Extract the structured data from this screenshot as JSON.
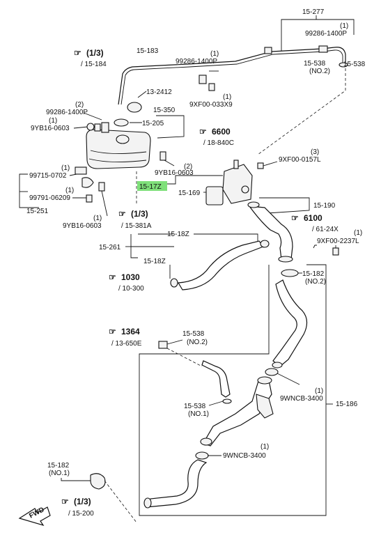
{
  "highlight_color": "#7fe07a",
  "labels": {
    "l15_277": "15-277",
    "l99286_1400p_a": "99286-1400P",
    "l99286_1400p_a_qty": "(1)",
    "l15_538_top": "15-538",
    "l15_538_top_note": "(NO.2)",
    "l15_183": "15-183",
    "l99286_1400p_b": "99286-1400P",
    "l99286_1400p_b_qty": "(1)",
    "l13_2412": "13-2412",
    "l9xf00_033x9": "9XF00-033X9",
    "l9xf00_033x9_qty": "(1)",
    "l15_350": "15-350",
    "l15_205": "15-205",
    "l99286_1400p_c": "99286-1400P",
    "l99286_1400p_c_qty": "(2)",
    "l9yb16_0603_a": "9YB16-0603",
    "l9yb16_0603_a_qty": "(1)",
    "l9yb16_0603_b": "9YB16-0603",
    "l9yb16_0603_b_qty": "(2)",
    "l9xf00_0157l": "9XF00-0157L",
    "l9xf00_0157l_qty": "(3)",
    "l99715_0702": "99715-0702",
    "l99715_0702_qty": "(1)",
    "l99791_06209": "99791-06209",
    "l99791_06209_qty": "(1)",
    "l15_251": "15-251",
    "l15_17z_hl": "15-17Z",
    "l15_169": "15-169",
    "l9yb16_0603_c": "9YB16-0603",
    "l9yb16_0603_c_qty": "(1)",
    "l15_190": "15-190",
    "l9xf00_2237l": "9XF00-2237L",
    "l9xf00_2237l_qty": "(1)",
    "l15_18z_a": "15-18Z",
    "l15_261": "15-261",
    "l15_18z_b": "15-18Z",
    "l15_182_top": "15-182",
    "l15_182_top_note": "(NO.2)",
    "l15_538_mid": "15-538",
    "l15_538_mid_note": "(NO.2)",
    "l9wncb_3400_a": "9WNCB-3400",
    "l9wncb_3400_a_qty": "(1)",
    "l15_186": "15-186",
    "l15_538_low": "15-538",
    "l15_538_low_note": "(NO.1)",
    "l9wncb_3400_b": "9WNCB-3400",
    "l9wncb_3400_b_qty": "(1)",
    "l15_182_low": "15-182",
    "l15_182_low_note": "(NO.1)",
    "fwd": "FWD"
  },
  "refs": {
    "r15_184_num": "(1/3)",
    "r15_184_sub": "/ 15-184",
    "r6600_num": "6600",
    "r6600_sub": "/ 18-840C",
    "r15_381a_num": "(1/3)",
    "r15_381a_sub": "/ 15-381A",
    "r6100_num": "6100",
    "r6100_sub": "/ 61-24X",
    "r1030_num": "1030",
    "r1030_sub": "/ 10-300",
    "r1364_num": "1364",
    "r1364_sub": "/ 13-650E",
    "r15_200_num": "(1/3)",
    "r15_200_sub": "/ 15-200"
  },
  "icons": [
    "pointing-hand-icon",
    "fwd-arrow-icon"
  ]
}
